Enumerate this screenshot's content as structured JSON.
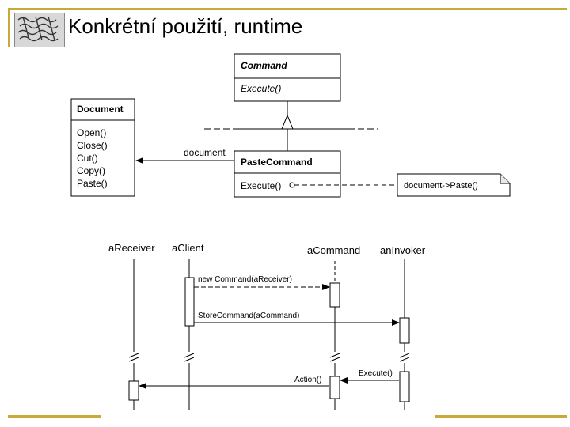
{
  "slide": {
    "title": "Konkrétní použití, runtime"
  },
  "class_diagram": {
    "command": {
      "name": "Command",
      "operation": "Execute()"
    },
    "document": {
      "name": "Document",
      "operations": [
        "Open()",
        "Close()",
        "Cut()",
        "Copy()",
        "Paste()"
      ]
    },
    "paste_command": {
      "name": "PasteCommand",
      "operation": "Execute()"
    },
    "association_label": "document",
    "note_text": "document->Paste()"
  },
  "sequence_diagram": {
    "lifelines": [
      "aReceiver",
      "aClient",
      "aCommand",
      "anInvoker"
    ],
    "messages": {
      "create": "new Command(aReceiver)",
      "store": "StoreCommand(aCommand)",
      "execute": "Execute()",
      "action": "Action()"
    }
  }
}
